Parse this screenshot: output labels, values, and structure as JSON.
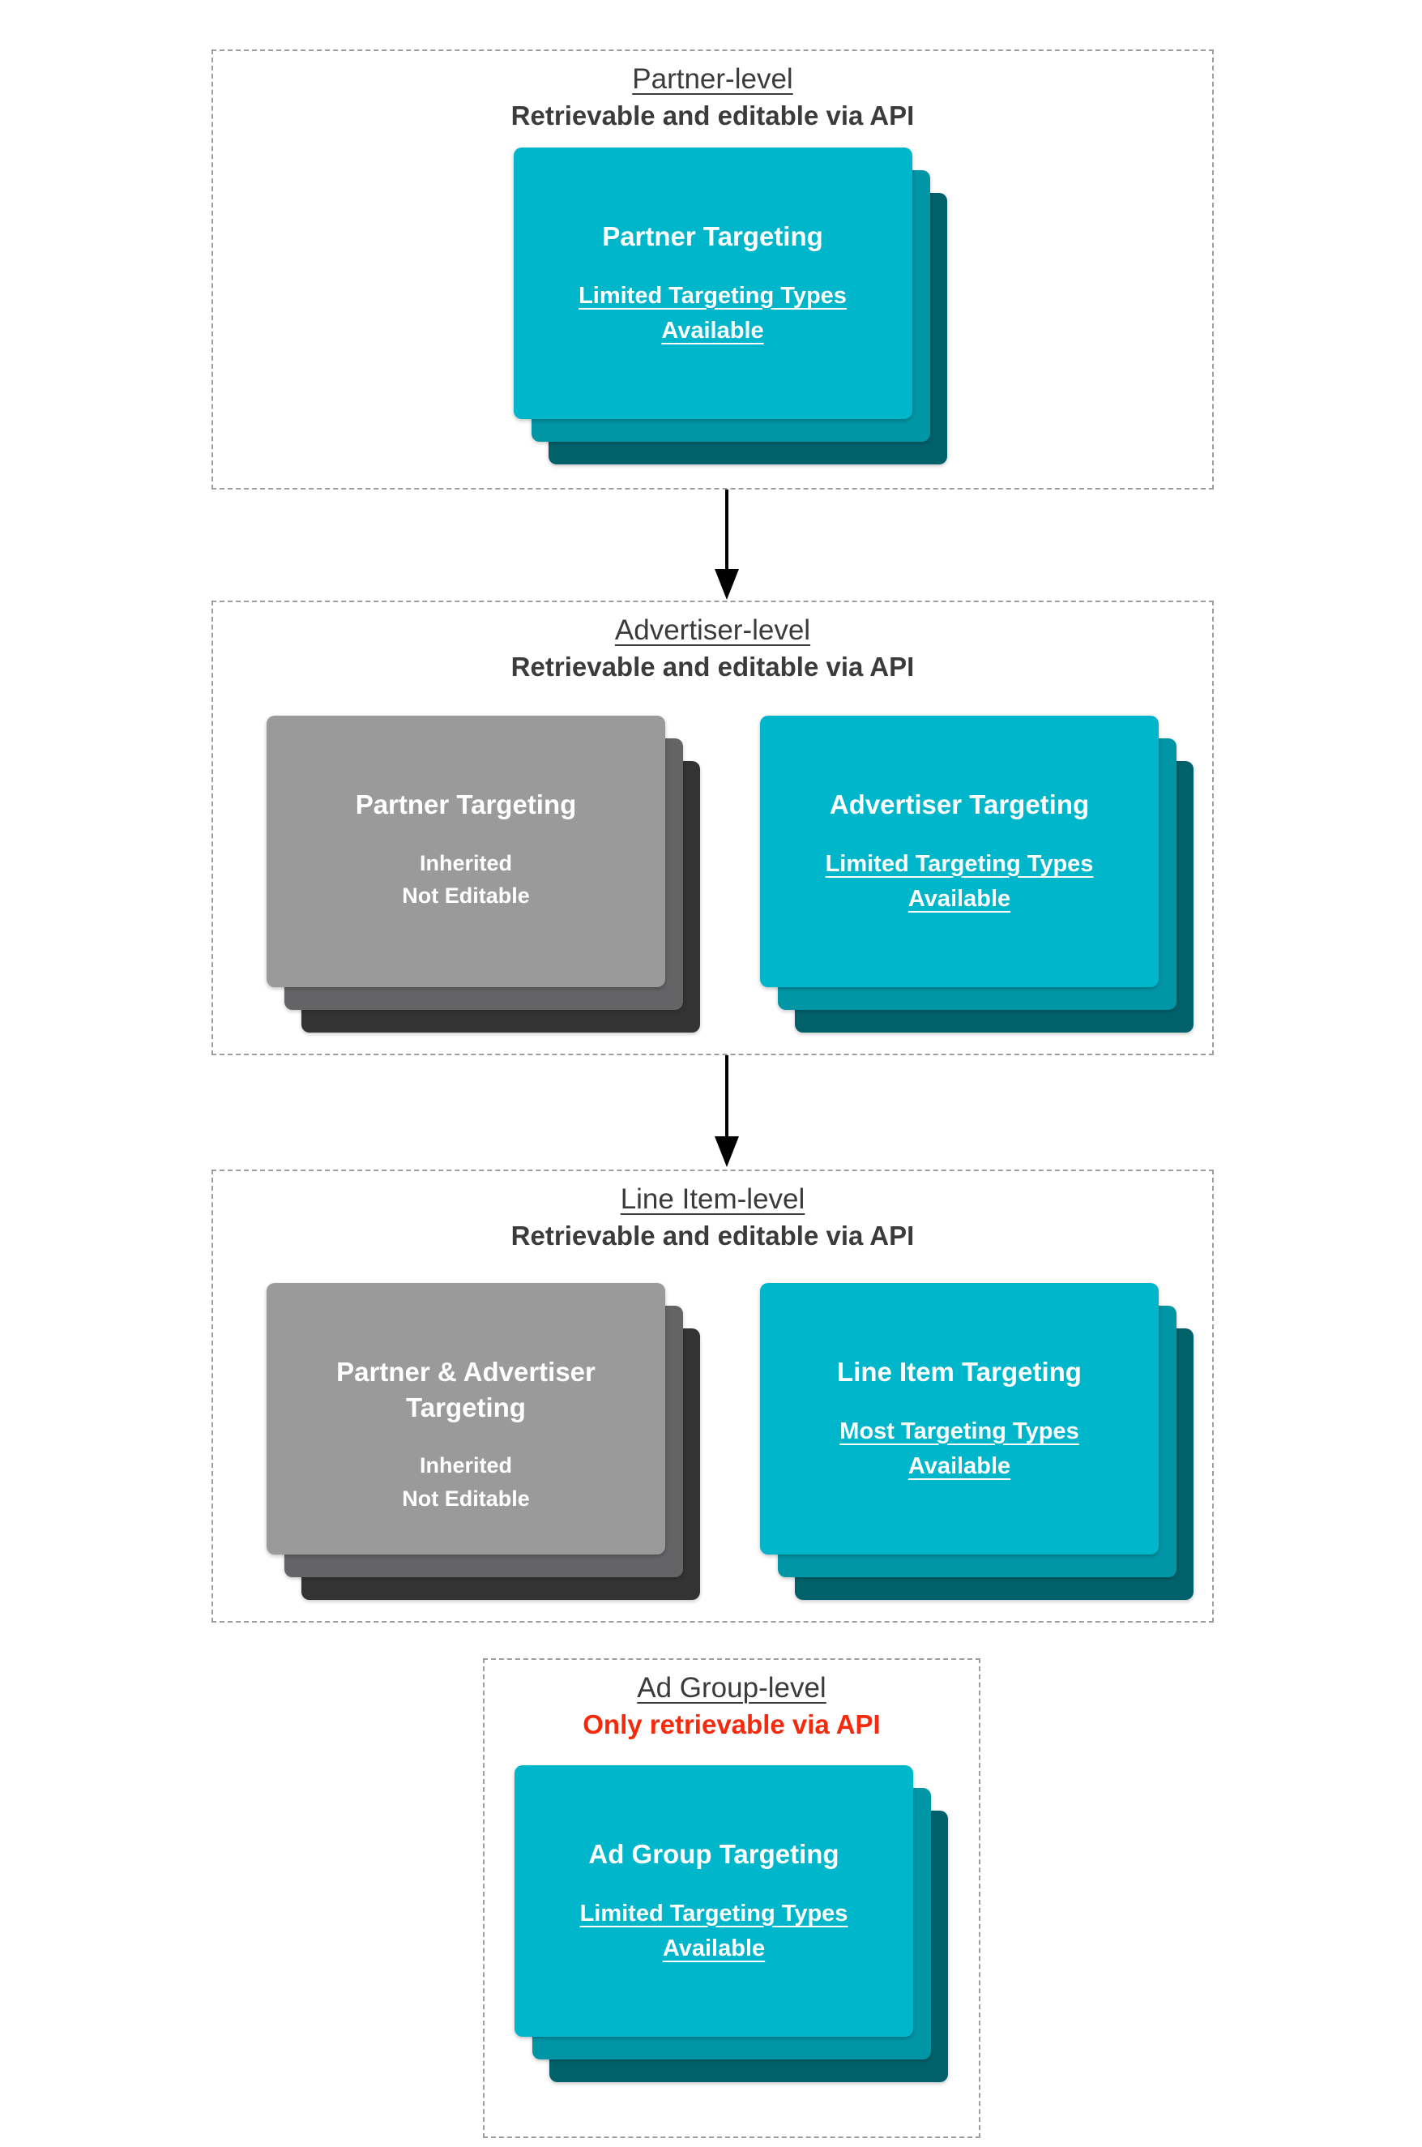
{
  "colors": {
    "cyan-front": "#00b6cb",
    "cyan-mid": "#0096a6",
    "cyan-back": "#00616b",
    "gray-front": "#9a9a9a",
    "gray-mid": "#646466",
    "gray-back": "#333333",
    "title-text": "#3b3b3d",
    "alert-red": "#f52a0c",
    "border-dash": "#9e9e9e",
    "arrow-black": "#000000",
    "card-text": "#ffffff"
  },
  "sections": [
    {
      "id": "partner-level",
      "title": "Partner-level",
      "subtitle": "Retrievable and editable via API",
      "stacks": [
        {
          "style": "cyan",
          "heading": "Partner Targeting",
          "body_lines": [
            "Limited Targeting Types",
            "Available"
          ],
          "body_underline": true
        }
      ]
    },
    {
      "id": "advertiser-level",
      "title": "Advertiser-level",
      "subtitle": "Retrievable and editable via API",
      "stacks": [
        {
          "style": "gray",
          "heading": "Partner Targeting",
          "body_lines": [
            "Inherited",
            "Not Editable"
          ],
          "body_underline": false
        },
        {
          "style": "cyan",
          "heading": "Advertiser Targeting",
          "body_lines": [
            "Limited Targeting Types",
            "Available"
          ],
          "body_underline": true
        }
      ]
    },
    {
      "id": "line-item-level",
      "title": "Line Item-level",
      "subtitle": "Retrievable and editable via API",
      "stacks": [
        {
          "style": "gray",
          "heading": "Partner & Advertiser Targeting",
          "body_lines": [
            "Inherited",
            "Not Editable"
          ],
          "body_underline": false
        },
        {
          "style": "cyan",
          "heading": "Line Item Targeting",
          "body_lines": [
            "Most Targeting Types",
            "Available"
          ],
          "body_underline": true
        }
      ]
    },
    {
      "id": "ad-group-level",
      "title": "Ad Group-level",
      "subtitle": "Only retrievable via API",
      "subtitle_alert": true,
      "stacks": [
        {
          "style": "cyan",
          "heading": "Ad Group Targeting",
          "body_lines": [
            "Limited Targeting Types",
            "Available"
          ],
          "body_underline": true
        }
      ]
    }
  ]
}
